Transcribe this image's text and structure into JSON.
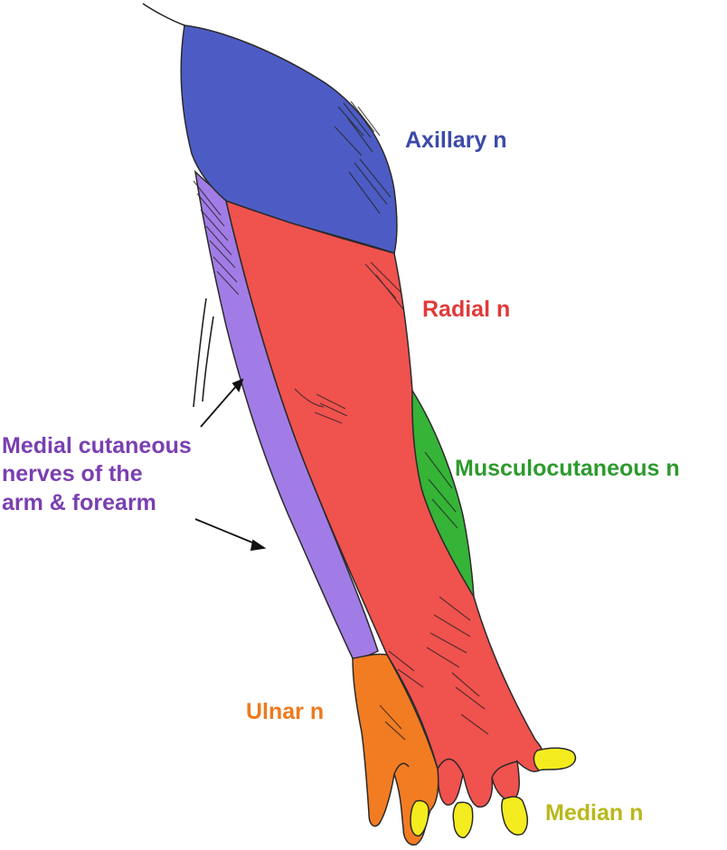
{
  "labels": {
    "axillary": {
      "text": "Axillary n",
      "color": "#3b4aa8"
    },
    "radial": {
      "text": "Radial n",
      "color": "#e03a3a"
    },
    "musculocutaneous": {
      "text": "Musculocutaneous n",
      "color": "#2d9a2d"
    },
    "medial": {
      "lines": [
        "Medial cutaneous",
        "nerves of the",
        "arm & forearm"
      ],
      "color": "#7a3fb0"
    },
    "ulnar": {
      "text": "Ulnar n",
      "color": "#ee7a1e"
    },
    "median": {
      "text": "Median n",
      "color": "#b9b81a"
    }
  },
  "region_colors": {
    "axillary": "#4d5cc4",
    "radial": "#f0524e",
    "musculocutaneous": "#35b437",
    "medial": "#a27ce6",
    "ulnar": "#f27c22",
    "median": "#f4ec1e"
  }
}
